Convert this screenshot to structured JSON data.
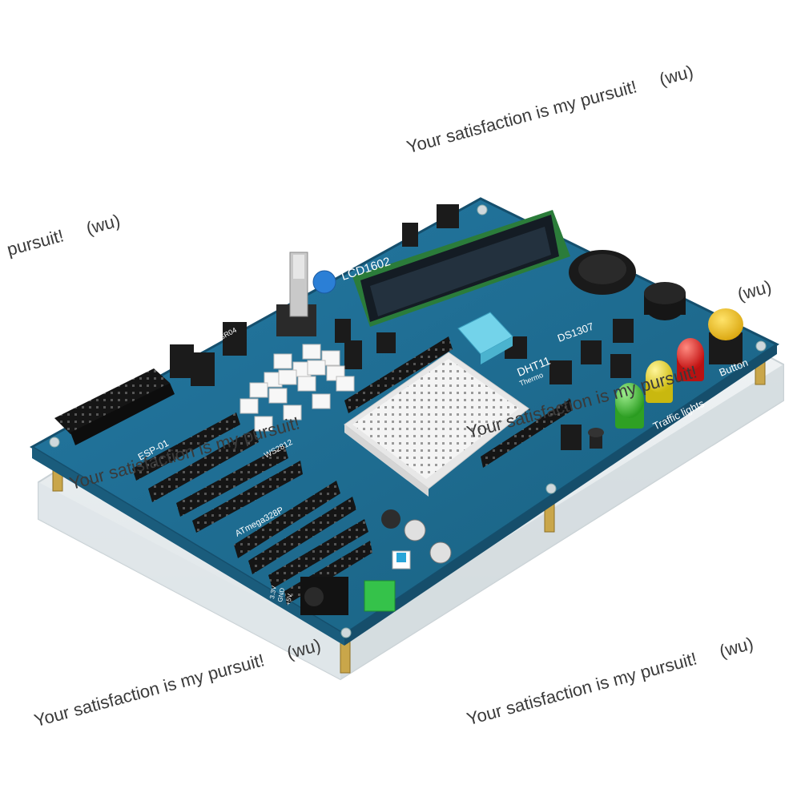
{
  "board": {
    "lcd_label": "LCD1602",
    "rtc_label": "DS1307",
    "sensor_label": "DHT11",
    "sensor_sub": "Thermo",
    "traffic_label": "Traffic lights",
    "button_label": "Button",
    "mcu_label": "ATmega328P",
    "led_matrix_label": "WS2812",
    "header_label": "HC-SR04",
    "expansion_label": "ESP-01",
    "power_labels": [
      "3.3V",
      "GND",
      "+5V"
    ]
  },
  "colors": {
    "pcb": "#1e6c93",
    "pcb_edge": "#154f6d",
    "acrylic": "#e9eef0",
    "led_red": "#d81b1b",
    "led_yellow": "#e2d21c",
    "led_green": "#3cb52e",
    "button_cap": "#f2c21a",
    "breadboard": "#f4f4f4",
    "lcd_screen": "#1f2a35",
    "dht11": "#6fd0e8"
  },
  "watermarks": {
    "phrase": "Your satisfaction is my pursuit!",
    "partial": "pursuit!",
    "tag": "(wu)"
  }
}
